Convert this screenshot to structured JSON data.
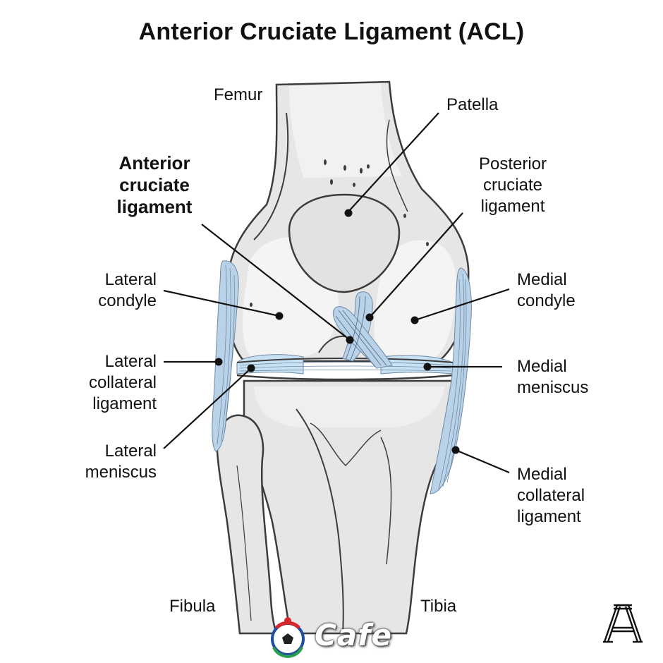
{
  "title": "Anterior Cruciate Ligament (ACL)",
  "labels": {
    "femur": "Femur",
    "patella": "Patella",
    "acl": "Anterior\ncruciate\nligament",
    "pcl": "Posterior\ncruciate\nligament",
    "lateral_condyle": "Lateral\ncondyle",
    "medial_condyle": "Medial\ncondyle",
    "lateral_collateral_ligament": "Lateral\ncollateral\nligament",
    "medial_meniscus": "Medial\nmeniscus",
    "lateral_meniscus": "Lateral\nmeniscus",
    "medial_collateral_ligament": "Medial\ncollateral\nligament",
    "fibula": "Fibula",
    "tibia": "Tibia"
  },
  "watermark": "Cafe",
  "logo_letter": "A",
  "colors": {
    "bone": "#e6e6e6",
    "bone_light": "#f3f3f3",
    "bone_shadow": "#d2d2d2",
    "outline": "#3c3c3c",
    "ligament": "#b9d2e8",
    "ligament_line": "#6e8aa6",
    "meniscus": "#c9e2f3",
    "leader": "#111111"
  }
}
